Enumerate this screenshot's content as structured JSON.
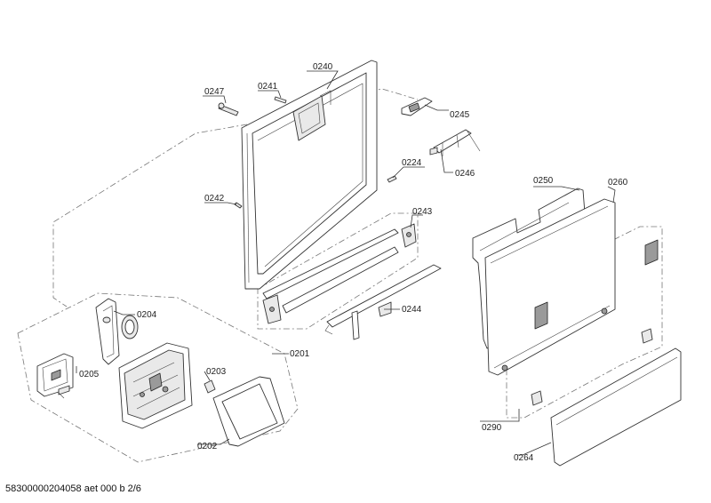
{
  "labels": {
    "p0240": "0240",
    "p0247": "0247",
    "p0241": "0241",
    "p0245": "0245",
    "p0246": "0246",
    "p0224": "0224",
    "p0242": "0242",
    "p0243": "0243",
    "p0244": "0244",
    "p0204": "0204",
    "p0205": "0205",
    "p0203": "0203",
    "p0201": "0201",
    "p0202": "0202",
    "p0250": "0250",
    "p0260": "0260",
    "p0290": "0290",
    "p0264": "0264"
  },
  "footer": "58300000204058 aet 000 b 2/6"
}
